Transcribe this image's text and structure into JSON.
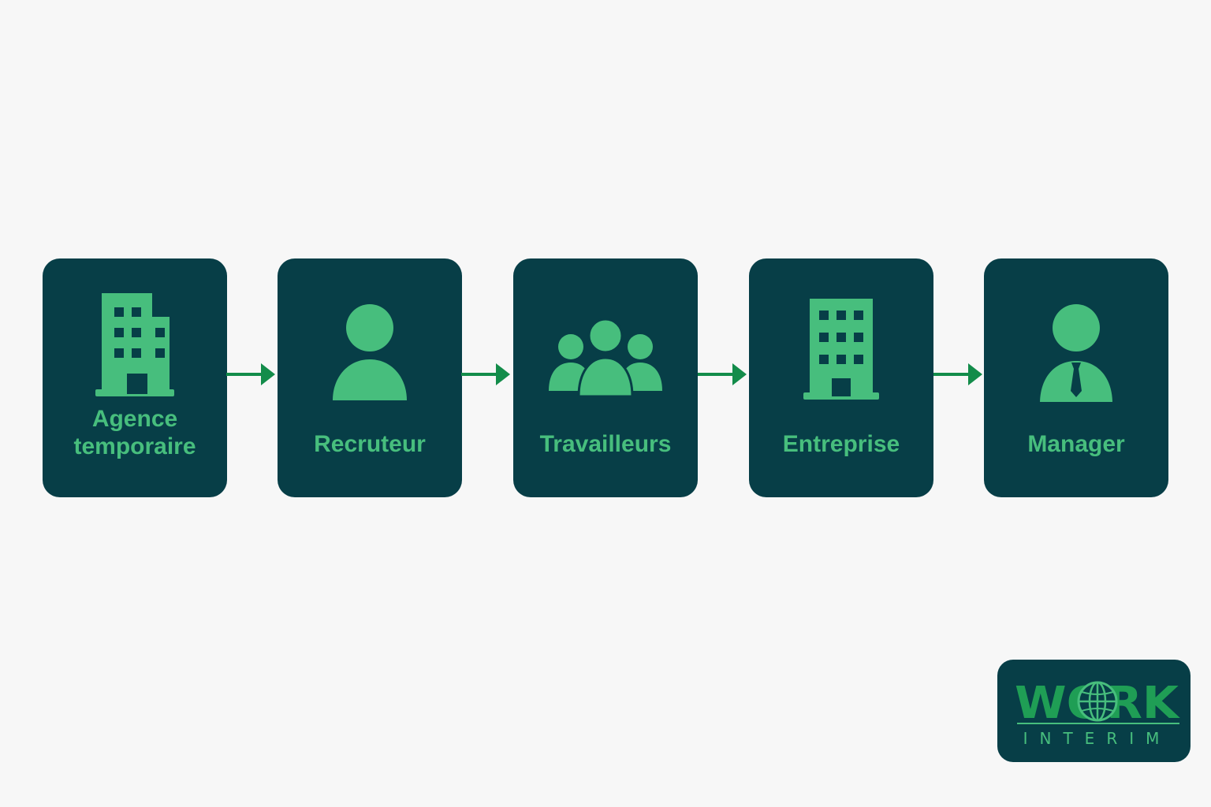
{
  "flow": {
    "steps": [
      {
        "label": "Agence\ntemporaire",
        "icon": "office-building-icon"
      },
      {
        "label": "Recruteur",
        "icon": "person-icon"
      },
      {
        "label": "Travailleurs",
        "icon": "group-icon"
      },
      {
        "label": "Entreprise",
        "icon": "office-tower-icon"
      },
      {
        "label": "Manager",
        "icon": "manager-icon"
      }
    ],
    "connector_icon": "arrow-right-icon"
  },
  "logo": {
    "wordmark": "WORK",
    "subtitle": "INTERIM"
  },
  "colors": {
    "background": "#f7f7f7",
    "card": "#073e47",
    "accent": "#47be7d",
    "arrow": "#138c4a"
  }
}
